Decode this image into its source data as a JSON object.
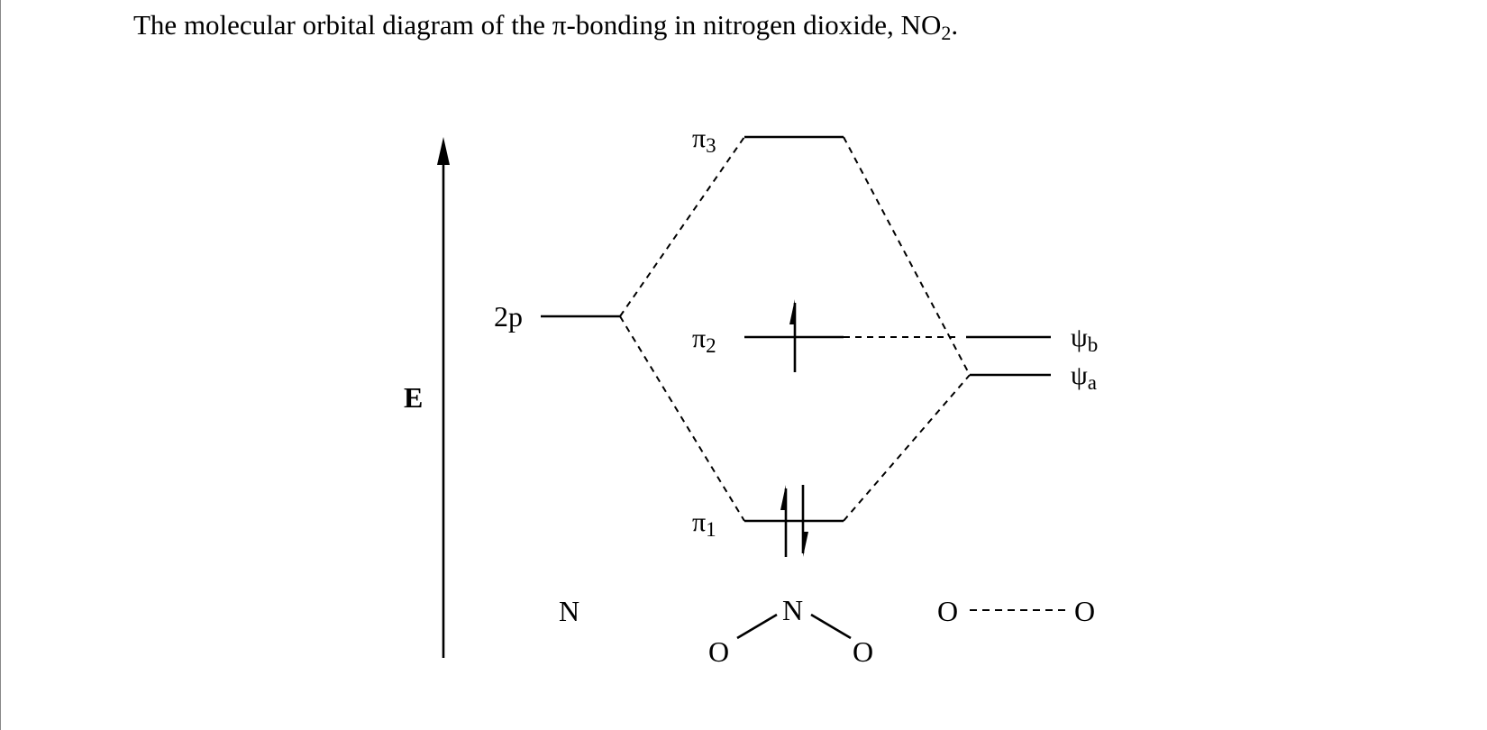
{
  "caption": {
    "text": "The molecular orbital diagram of the π-bonding in nitrogen dioxide, NO",
    "subscript": "2",
    "tail": "."
  },
  "axis": {
    "label": "E"
  },
  "nitrogen": {
    "orbital_label": "2p",
    "atom_label": "N"
  },
  "molecular_orbitals": [
    {
      "symbol": "π",
      "index": "3",
      "electrons": 0
    },
    {
      "symbol": "π",
      "index": "2",
      "electrons": 1
    },
    {
      "symbol": "π",
      "index": "1",
      "electrons": 2
    }
  ],
  "molecule": {
    "center": "N",
    "left": "O",
    "right": "O"
  },
  "oxygen_group": {
    "orbitals": [
      {
        "symbol": "ψ",
        "index": "b"
      },
      {
        "symbol": "ψ",
        "index": "a"
      }
    ],
    "atom_left": "O",
    "atom_right": "O"
  }
}
